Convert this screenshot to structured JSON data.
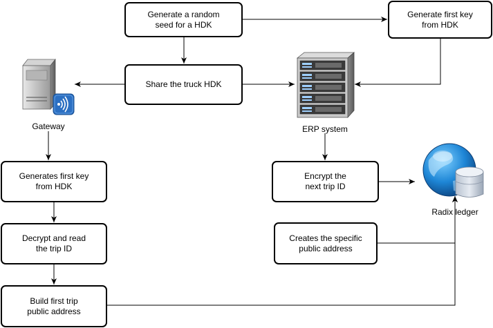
{
  "boxes": {
    "seed": "Generate a random\nseed for a HDK",
    "first_key_top": "Generate first key\nfrom HDK",
    "share": "Share the truck HDK",
    "gen_first_key": "Generates first key\nfrom HDK",
    "decrypt": "Decrypt and read\nthe trip ID",
    "build": "Build first trip\npublic address",
    "encrypt": "Encrypt the\nnext trip ID",
    "creates": "Creates the specific\npublic address"
  },
  "labels": {
    "gateway": "Gateway",
    "erp": "ERP system",
    "radix": "Radix ledger"
  },
  "icons": [
    "gateway-server-icon",
    "wireless-badge-icon",
    "erp-server-rack-icon",
    "globe-database-icon"
  ]
}
